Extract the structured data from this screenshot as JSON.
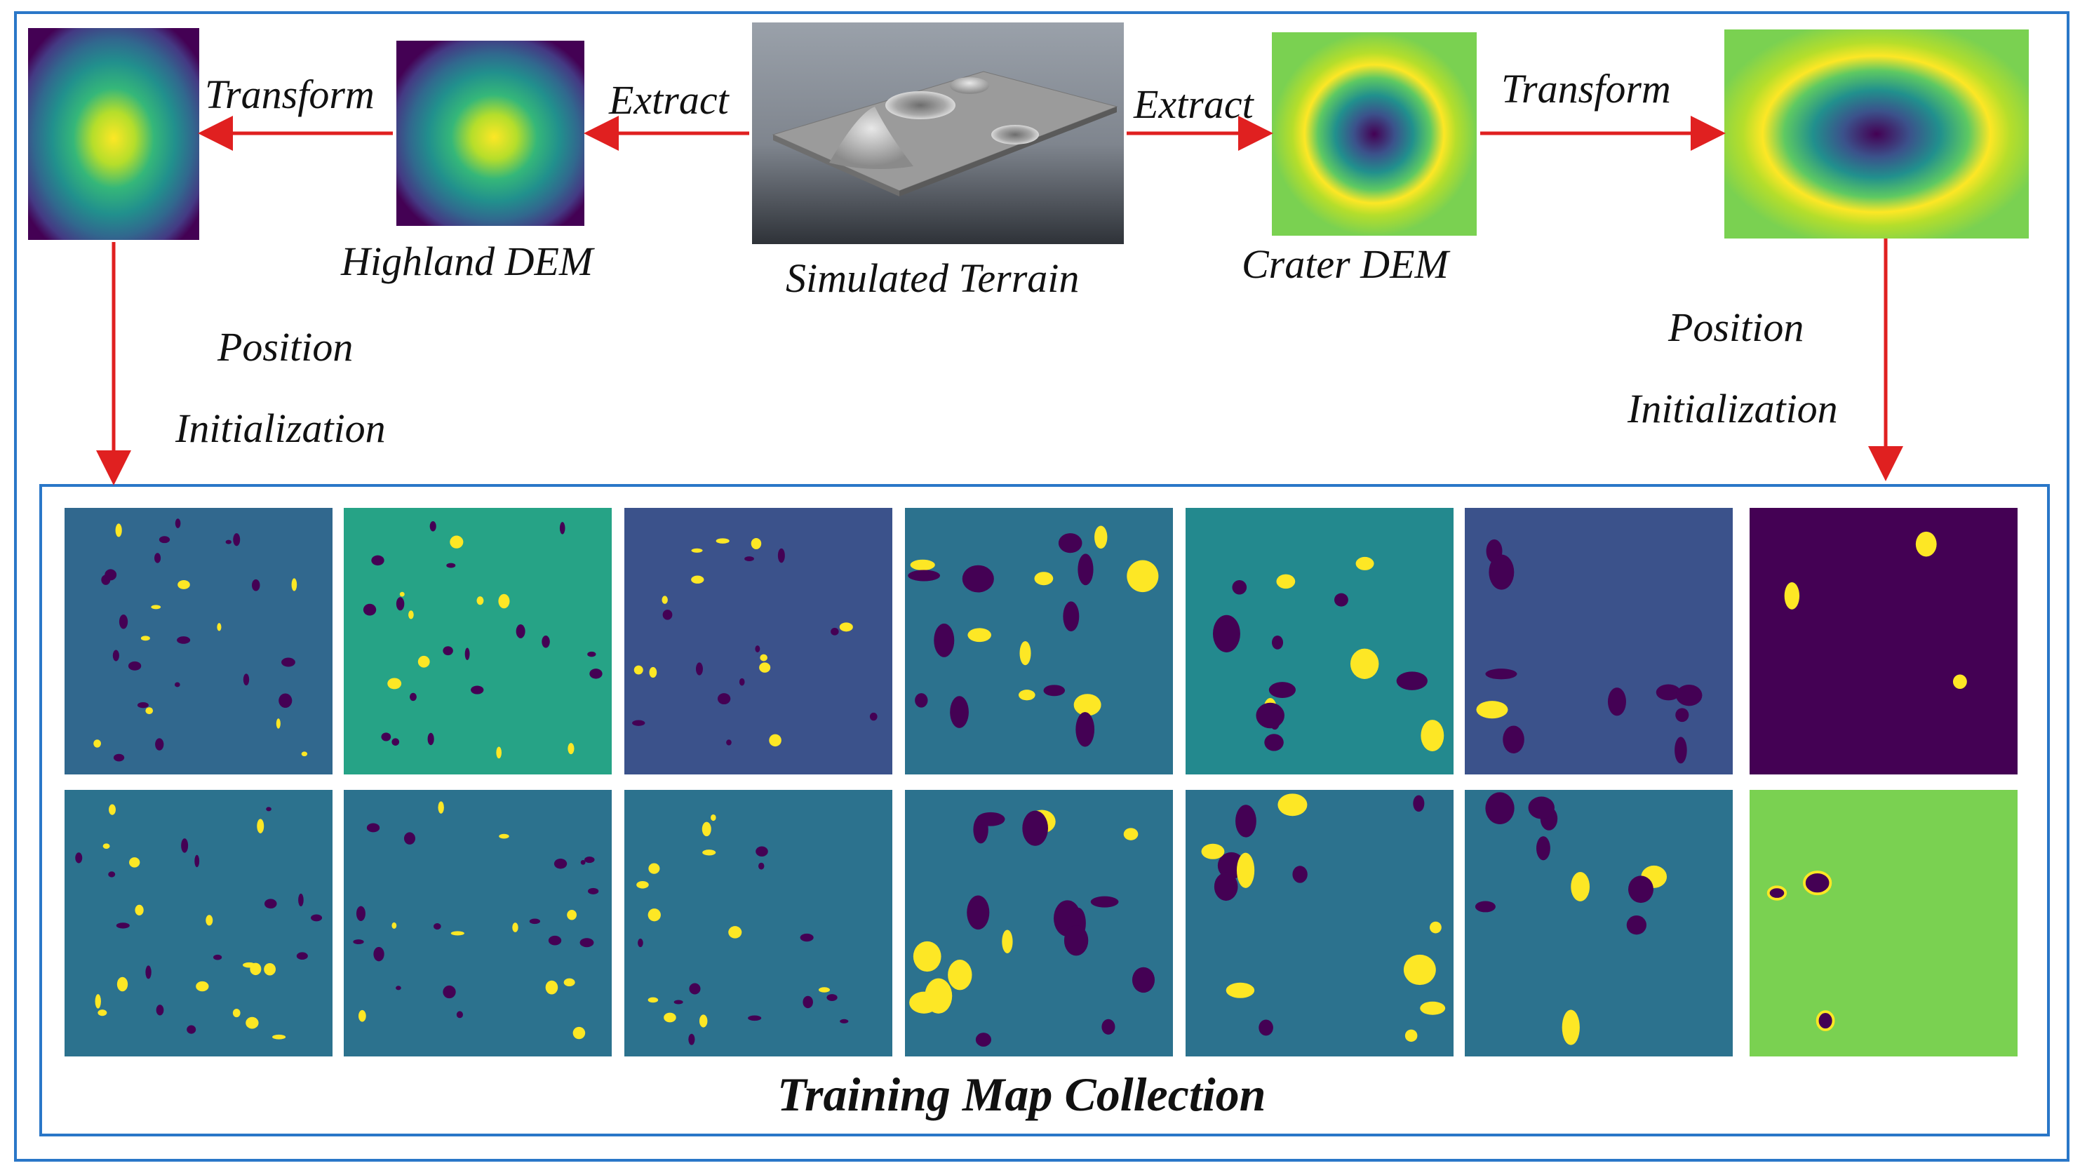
{
  "labels": {
    "transform_left": "Transform",
    "extract_left": "Extract",
    "extract_right": "Extract",
    "transform_right": "Transform",
    "highland_dem": "Highland DEM",
    "simulated_terrain": "Simulated Terrain",
    "crater_dem": "Crater DEM",
    "position_left": "Position",
    "init_left": "Initialization",
    "position_right": "Position",
    "init_right": "Initialization",
    "collection_title": "Training Map Collection"
  },
  "colors": {
    "frame": "#2a77c8",
    "arrow": "#e02020",
    "viridis_dark": "#440154",
    "viridis_blue": "#3b528b",
    "viridis_teal": "#21908d",
    "viridis_green": "#5ec962",
    "viridis_yellow": "#fde725",
    "crater_bg": "#7ad151"
  },
  "icons": [
    "highland-dem-tile",
    "highland-transformed-tile",
    "simulated-terrain-render",
    "crater-dem-tile",
    "crater-transformed-tile"
  ],
  "training_maps": {
    "rows": 2,
    "columns": 7
  }
}
